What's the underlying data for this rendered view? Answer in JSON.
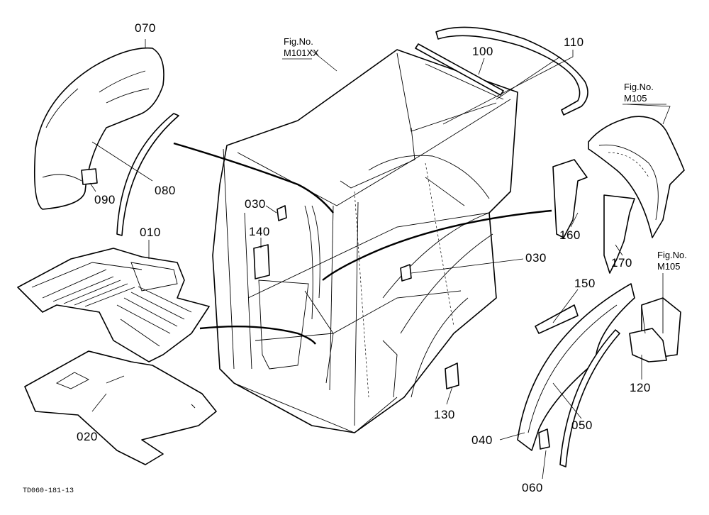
{
  "figure_refs": {
    "cab_frame": {
      "line1": "Fig.No.",
      "line2": "M101XX"
    },
    "fender_rear": {
      "line1": "Fig.No.",
      "line2": "M105"
    },
    "fender_bracket": {
      "line1": "Fig.No.",
      "line2": "M105"
    }
  },
  "labels": {
    "p070": "070",
    "p080": "080",
    "p090": "090",
    "p010": "010",
    "p020": "020",
    "p030_left": "030",
    "p030_right": "030",
    "p140": "140",
    "p100": "100",
    "p110": "110",
    "p160": "160",
    "p170": "170",
    "p150": "150",
    "p130": "130",
    "p120": "120",
    "p040": "040",
    "p050": "050",
    "p060": "060"
  },
  "drawing_code": "TD060-181-13"
}
